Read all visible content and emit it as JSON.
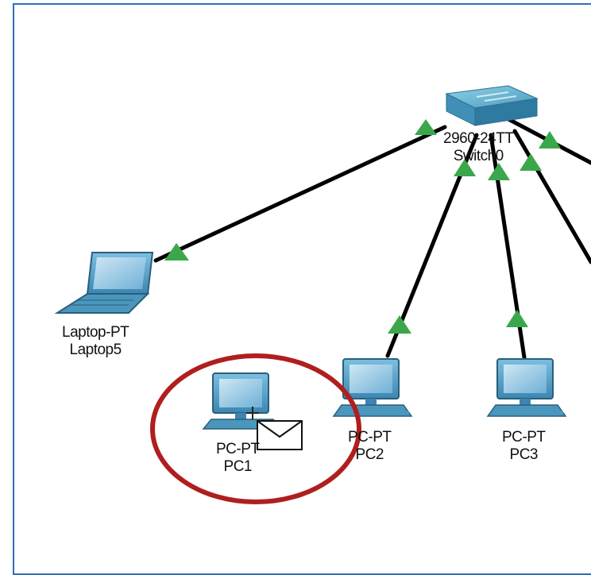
{
  "devices": [
    {
      "id": "switch0",
      "model": "2960-24TT",
      "name": "Switch0",
      "icon": "switch-icon"
    },
    {
      "id": "laptop5",
      "model": "Laptop-PT",
      "name": "Laptop5",
      "icon": "laptop-icon"
    },
    {
      "id": "pc1",
      "model": "PC-PT",
      "name": "PC1",
      "icon": "pc-icon"
    },
    {
      "id": "pc2",
      "model": "PC-PT",
      "name": "PC2",
      "icon": "pc-icon"
    },
    {
      "id": "pc3",
      "model": "PC-PT",
      "name": "PC3",
      "icon": "pc-icon"
    }
  ],
  "links": [
    {
      "from": "switch0",
      "to": "laptop5",
      "status": "up"
    },
    {
      "from": "switch0",
      "to": "pc2",
      "status": "up"
    },
    {
      "from": "switch0",
      "to": "pc3",
      "status": "up"
    },
    {
      "from": "switch0",
      "to": "offscreen-device-1",
      "status": "up"
    },
    {
      "from": "switch0",
      "to": "offscreen-device-2",
      "status": "up"
    }
  ],
  "cursor": {
    "tool": "add-simple-pdu",
    "icon": "envelope-icon"
  },
  "highlight": {
    "target": "pc1",
    "shape": "ellipse"
  },
  "colors": {
    "frame": "#2f6fb5",
    "link": "#000000",
    "link_up_indicator": "#3aa84a",
    "highlight": "#b01e1e",
    "device_blue": "#5ba3c9"
  }
}
